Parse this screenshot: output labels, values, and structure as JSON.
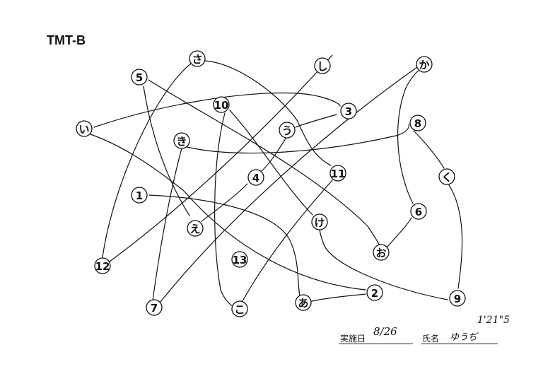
{
  "title": "TMT-B",
  "nodes": [
    {
      "id": "1",
      "label": "1"
    },
    {
      "id": "2",
      "label": "2"
    },
    {
      "id": "3",
      "label": "3"
    },
    {
      "id": "4",
      "label": "4"
    },
    {
      "id": "5",
      "label": "5"
    },
    {
      "id": "6",
      "label": "6"
    },
    {
      "id": "7",
      "label": "7"
    },
    {
      "id": "8",
      "label": "8"
    },
    {
      "id": "9",
      "label": "9"
    },
    {
      "id": "10",
      "label": "10"
    },
    {
      "id": "11",
      "label": "11"
    },
    {
      "id": "12",
      "label": "12"
    },
    {
      "id": "13",
      "label": "13"
    },
    {
      "id": "a",
      "label": "あ"
    },
    {
      "id": "i",
      "label": "い"
    },
    {
      "id": "u",
      "label": "う"
    },
    {
      "id": "e",
      "label": "え"
    },
    {
      "id": "o",
      "label": "お"
    },
    {
      "id": "ka",
      "label": "か"
    },
    {
      "id": "ki",
      "label": "き"
    },
    {
      "id": "ku",
      "label": "く"
    },
    {
      "id": "ke",
      "label": "け"
    },
    {
      "id": "ko",
      "label": "こ"
    },
    {
      "id": "sa",
      "label": "さ"
    },
    {
      "id": "shi",
      "label": "し"
    }
  ],
  "footer": {
    "date_label": "実施日",
    "date_value": "8/26",
    "name_label": "氏名",
    "name_value": "ゆうぢ",
    "time_note": "1'21\"5"
  }
}
